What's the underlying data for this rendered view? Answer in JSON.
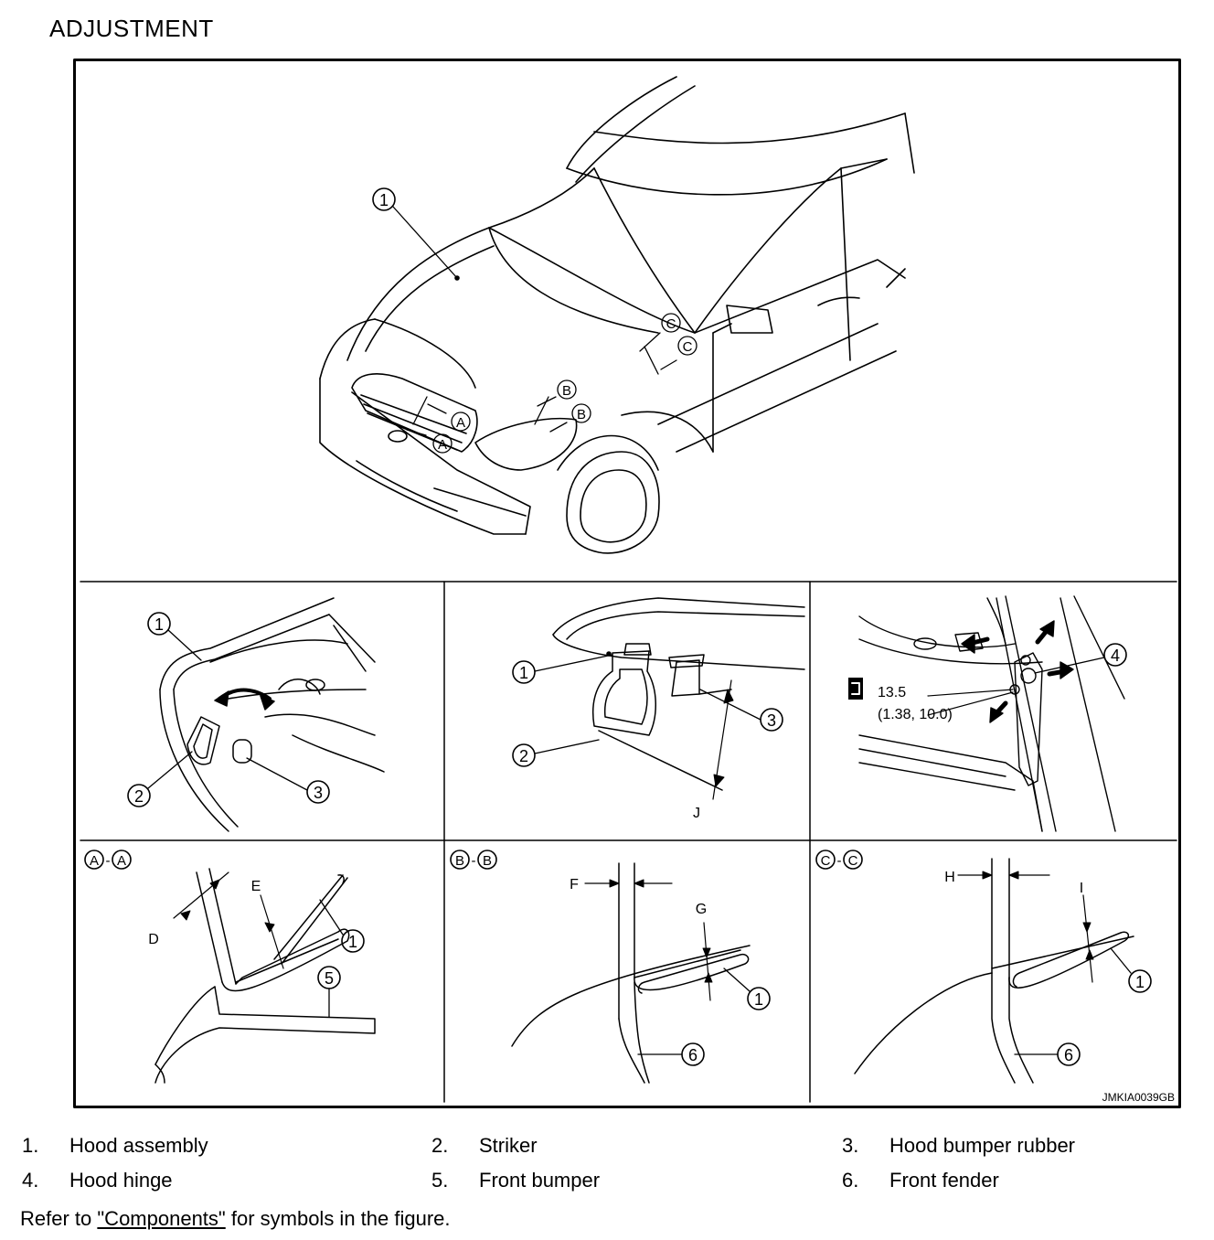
{
  "heading": "ADJUSTMENT",
  "figure": {
    "callouts": {
      "n1": "1",
      "n2": "2",
      "n3": "3",
      "n4": "4",
      "n5": "5",
      "n6": "6"
    },
    "section_marks": {
      "a": "A",
      "b": "B",
      "c": "C"
    },
    "section_titles": {
      "aa_left": "A",
      "aa_right": "A",
      "bb_left": "B",
      "bb_right": "B",
      "cc_left": "C",
      "cc_right": "C",
      "dash": "-"
    },
    "dims": {
      "d": "D",
      "e": "E",
      "f": "F",
      "g": "G",
      "h": "H",
      "i": "I",
      "j": "J"
    },
    "torque": {
      "value": "13.5",
      "alt": "(1.38, 10.0)"
    },
    "code": "JMKIA0039GB"
  },
  "legend": [
    [
      {
        "num": "1.",
        "label": "Hood assembly"
      },
      {
        "num": "2.",
        "label": "Striker"
      },
      {
        "num": "3.",
        "label": "Hood bumper rubber"
      }
    ],
    [
      {
        "num": "4.",
        "label": "Hood hinge"
      },
      {
        "num": "5.",
        "label": "Front bumper"
      },
      {
        "num": "6.",
        "label": "Front fender"
      }
    ]
  ],
  "note": {
    "prefix": "Refer to ",
    "link": "\"Components\"",
    "suffix": " for symbols in the figure."
  }
}
